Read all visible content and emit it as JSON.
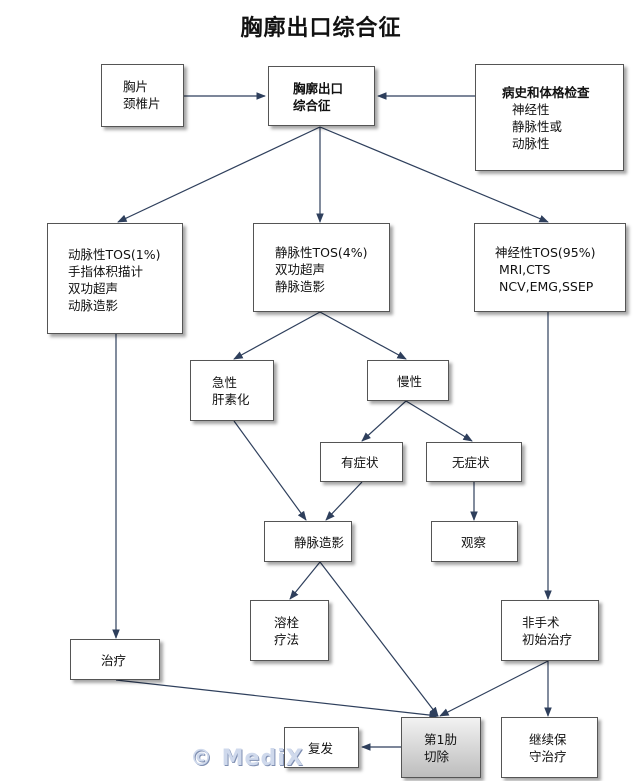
{
  "title": "胸廓出口综合征",
  "nodes": {
    "chest": [
      "胸片",
      "颈椎片"
    ],
    "tos": [
      "胸廓出口",
      "综合征"
    ],
    "history": [
      "病史和体格检查",
      "神经性",
      "静脉性或",
      "动脉性"
    ],
    "arterial": [
      "动脉性TOS(1%)",
      "手指体积描计",
      "双功超声",
      "动脉造影"
    ],
    "venous": [
      "静脉性TOS(4%)",
      "双功超声",
      "静脉造影"
    ],
    "neuro": [
      "神经性TOS(95%)",
      "MRI,CTS",
      "NCV,EMG,SSEP"
    ],
    "acute": [
      "急性",
      "肝素化"
    ],
    "chronic": [
      "慢性"
    ],
    "symptomatic": [
      "有症状"
    ],
    "asymptomatic": [
      "无症状"
    ],
    "venography": [
      "静脉造影"
    ],
    "observe": [
      "观察"
    ],
    "thrombolysis": [
      "溶栓",
      "疗法"
    ],
    "nonsurgical": [
      "非手术",
      "初始治疗"
    ],
    "treatment": [
      "治疗"
    ],
    "rib_resection": [
      "第1肋",
      "切除"
    ],
    "recurrence": [
      "复发"
    ],
    "conservative": [
      "继续保",
      "守治疗"
    ]
  },
  "watermark": "© MediX",
  "colors": {
    "arrow": "#2e3f5c",
    "border": "#555555"
  }
}
